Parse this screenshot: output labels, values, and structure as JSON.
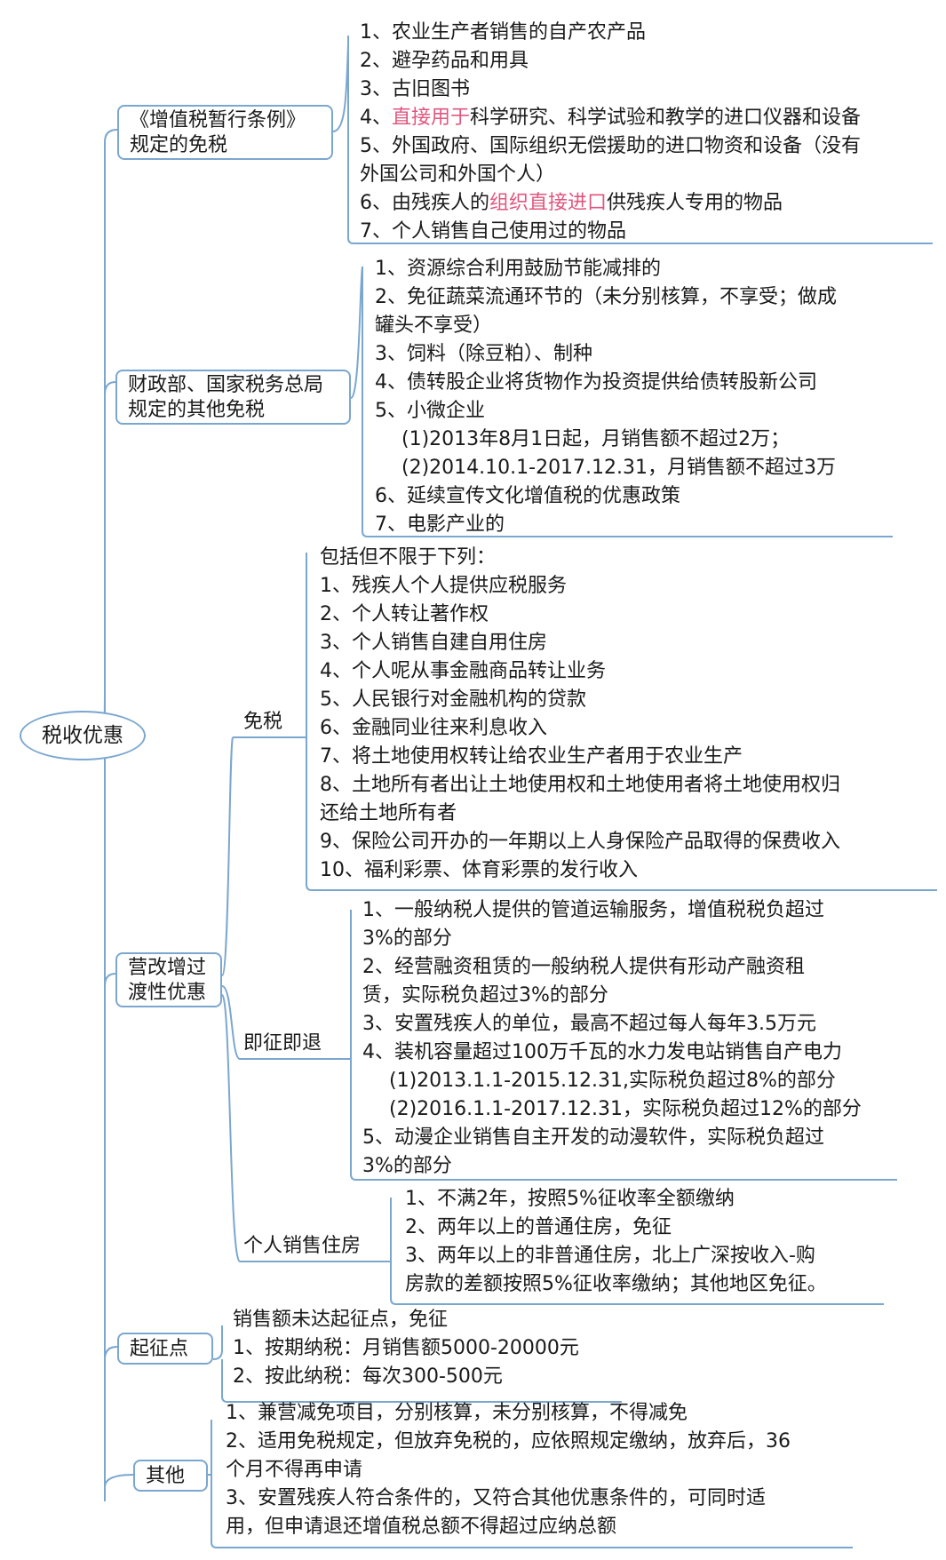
{
  "root": "税收优惠",
  "vat_exempt": {
    "title": [
      "《增值税暂行条例》",
      "规定的免税"
    ],
    "items": [
      "1、农业生产者销售的自产农产品",
      "2、避孕药品和用具",
      "3、古旧图书",
      {
        "pre": "4、",
        "hl": "直接用于",
        "post": "科学研究、科学试验和教学的进口仪器和设备"
      },
      "5、外国政府、国际组织无偿援助的进口物资和设备（没有",
      "外国公司和外国个人）",
      {
        "pre": "6、由残疾人的",
        "hl": "组织直接进口",
        "post": "供残疾人专用的物品"
      },
      "7、个人销售自己使用过的物品"
    ]
  },
  "other_exempt": {
    "title": [
      "财政部、国家税务总局",
      "规定的其他免税"
    ],
    "items": [
      "1、资源综合利用鼓励节能减排的",
      "2、免征蔬菜流通环节的（未分别核算，不享受；做成",
      "罐头不享受）",
      "3、饲料（除豆粕）、制种",
      "4、债转股企业将货物作为投资提供给债转股新公司",
      "5、小微企业",
      {
        "indent": true,
        "text": "(1)2013年8月1日起，月销售额不超过2万；"
      },
      {
        "indent": true,
        "text": "(2)2014.10.1-2017.12.31，月销售额不超过3万"
      },
      "6、延续宣传文化增值税的优惠政策",
      "7、电影产业的"
    ]
  },
  "transition": {
    "title": [
      "营改增过",
      "渡性优惠"
    ],
    "exempt": {
      "label": "免税",
      "items": [
        "包括但不限于下列：",
        "1、残疾人个人提供应税服务",
        "2、个人转让著作权",
        "3、个人销售自建自用住房",
        "4、个人呢从事金融商品转让业务",
        "5、人民银行对金融机构的贷款",
        "6、金融同业往来利息收入",
        "7、将土地使用权转让给农业生产者用于农业生产",
        "8、土地所有者出让土地使用权和土地使用者将土地使用权归",
        "还给土地所有者",
        "9、保险公司开办的一年期以上人身保险产品取得的保费收入",
        "10、福利彩票、体育彩票的发行收入"
      ]
    },
    "refund": {
      "label": "即征即退",
      "items": [
        "1、一般纳税人提供的管道运输服务，增值税税负超过",
        "3%的部分",
        "2、经营融资租赁的一般纳税人提供有形动产融资租",
        "赁，实际税负超过3%的部分",
        "3、安置残疾人的单位，最高不超过每人每年3.5万元",
        "4、装机容量超过100万千瓦的水力发电站销售自产电力",
        {
          "indent": true,
          "text": "(1)2013.1.1-2015.12.31,实际税负超过8%的部分"
        },
        {
          "indent": true,
          "text": "(2)2016.1.1-2017.12.31，实际税负超过12%的部分"
        },
        "5、动漫企业销售自主开发的动漫软件，实际税负超过",
        "3%的部分"
      ]
    },
    "housing": {
      "label": "个人销售住房",
      "items": [
        "1、不满2年，按照5%征收率全额缴纳",
        "2、两年以上的普通住房，免征",
        "3、两年以上的非普通住房，北上广深按收入-购",
        "房款的差额按照5%征收率缴纳；其他地区免征。"
      ]
    }
  },
  "threshold": {
    "title": "起征点",
    "items": [
      "销售额未达起征点，免征",
      "1、按期纳税：月销售额5000-20000元",
      "2、按此纳税：每次300-500元"
    ]
  },
  "others": {
    "title": "其他",
    "items": [
      "1、兼营减免项目，分别核算，未分别核算，不得减免",
      "2、适用免税规定，但放弃免税的，应依照规定缴纳，放弃后，36",
      "个月不得再申请",
      "3、安置残疾人符合条件的，又符合其他优惠条件的，可同时适",
      "用，但申请退还增值税总额不得超过应纳总额"
    ]
  },
  "colors": {
    "line": "#7ba7cf",
    "highlight": "#e0567e"
  }
}
